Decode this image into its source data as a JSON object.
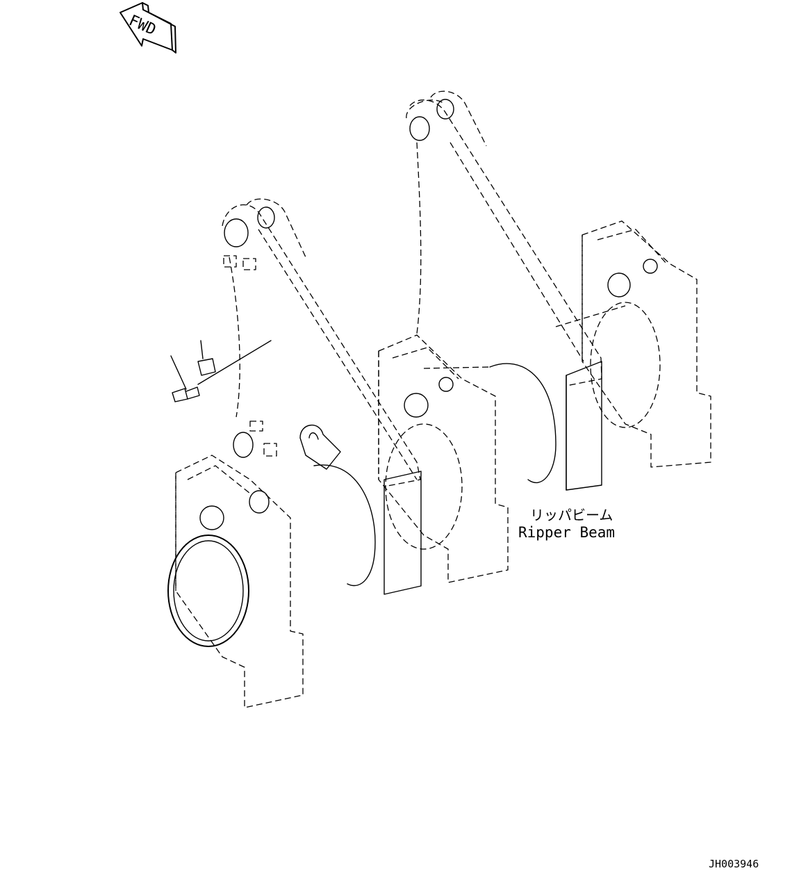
{
  "arrow": {
    "label": "FWD",
    "icon": "fwd-arrow-icon"
  },
  "callout": {
    "japanese": "リッパビーム",
    "english": "Ripper Beam"
  },
  "drawing_number": "JH003946"
}
